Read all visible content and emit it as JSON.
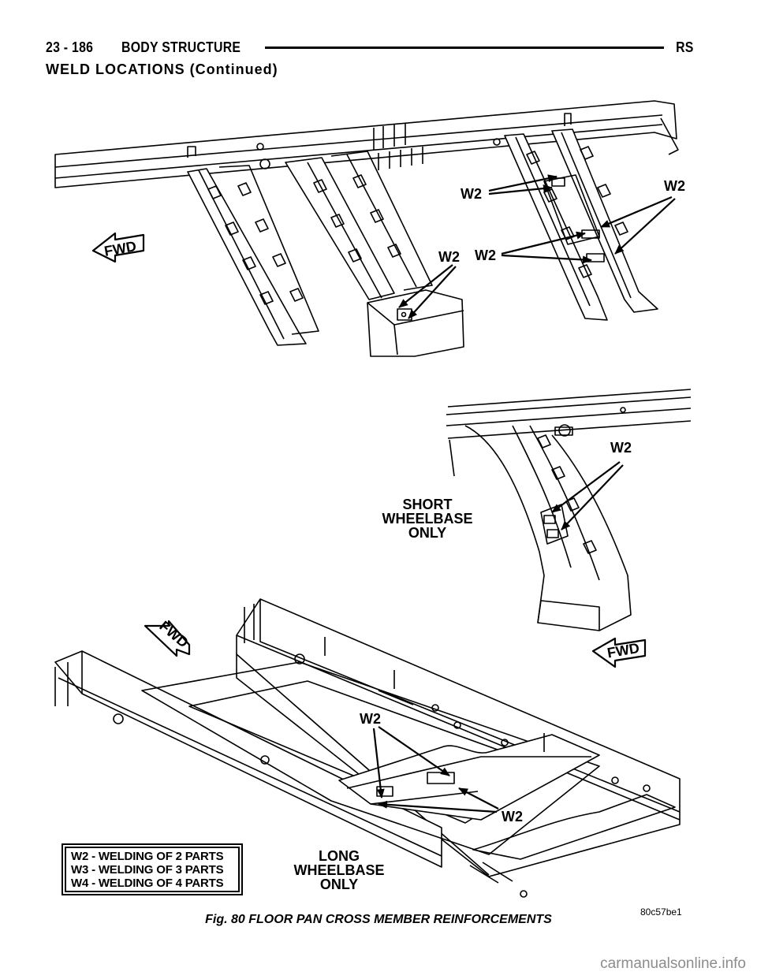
{
  "header": {
    "page_number": "23 - 186",
    "section": "BODY STRUCTURE",
    "model_code": "RS"
  },
  "subtitle": "WELD LOCATIONS (Continued)",
  "figure": {
    "top_view": {
      "fwd_label": "FWD",
      "weld_labels": [
        "W2",
        "W2",
        "W2",
        "W2"
      ]
    },
    "middle_view": {
      "weld_label": "W2",
      "note": [
        "SHORT",
        "WHEELBASE",
        "ONLY"
      ]
    },
    "bottom_view": {
      "fwd_left": "FWD",
      "fwd_right": "FWD",
      "weld_labels": [
        "W2",
        "W2"
      ],
      "note": [
        "LONG",
        "WHEELBASE",
        "ONLY"
      ]
    },
    "legend": [
      "W2 - WELDING OF 2 PARTS",
      "W3 - WELDING OF 3 PARTS",
      "W4 - WELDING OF 4 PARTS"
    ],
    "art_code": "80c57be1"
  },
  "caption": "Fig. 80 FLOOR PAN CROSS MEMBER REINFORCEMENTS",
  "watermark": "carmanualsonline.info"
}
